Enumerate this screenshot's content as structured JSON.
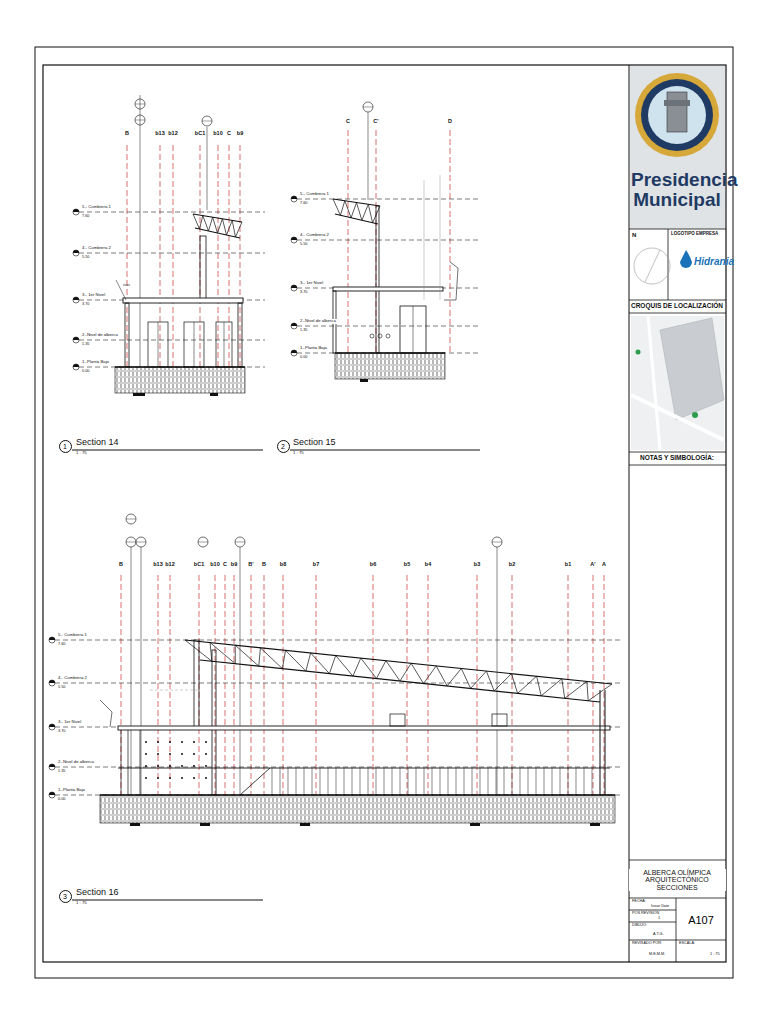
{
  "diagram": {
    "nodes": [
      {
        "text": [
          "1"
        ]
      },
      {
        "text": [
          "2"
        ]
      },
      {
        "text": [
          "3"
        ]
      },
      {
        "text": [
          "A107"
        ]
      }
    ],
    "labels": [
      "Presidencia Municipal",
      "N",
      "LOGOTIPO EMPRESA",
      "Hidrania",
      "CROQUIS DE LOCALIZACIÓN",
      "NOTAS Y SIMBOLOGÍA:",
      "ALBERCA OLÍMPICA ARQUITECTÓNICO SECCIONES",
      "FECHA:",
      "Issue Date",
      "POS REVISIÓN",
      "1",
      "DIBUJÓ:",
      "A.T.G.",
      "REVISADO POR:",
      "M.E.M.M.",
      "ESCALA:",
      "1 : 75",
      "B",
      "b13",
      "b12",
      "bC1",
      "b10",
      "C",
      "b9",
      "5.- Cumbrera 1",
      "7.60",
      "4.- Cumbrera 2",
      "5.50",
      "3.- 1er Nivel",
      "3.70",
      "2.-Nivel de alberca",
      "1.35",
      "1.-Planta Baja",
      "0.00",
      "Section 14",
      "1 : 75",
      "C",
      "C'",
      "D",
      "5.- Cumbrera 1",
      "7.60",
      "4.- Cumbrera 2",
      "5.50",
      "3.- 1er Nivel",
      "3.70",
      "2.-Nivel de alberca",
      "1.35",
      "1.-Planta Baja",
      "0.00",
      "Section 15",
      "1 : 75",
      "B",
      "b13",
      "b12",
      "bC1",
      "b10",
      "C",
      "b9",
      "B'",
      "B",
      "b8",
      "b7",
      "b6",
      "b5",
      "b4",
      "b3",
      "b2",
      "b1",
      "A'",
      "A",
      "5.- Cumbrera 1",
      "7.60",
      "4.- Cumbrera 2",
      "5.50",
      "3.- 1er Nivel",
      "3.70",
      "2.-Nivel de alberca",
      "1.35",
      "1.-Planta Baja",
      "0.00",
      "Section 16",
      "1 : 75"
    ]
  }
}
